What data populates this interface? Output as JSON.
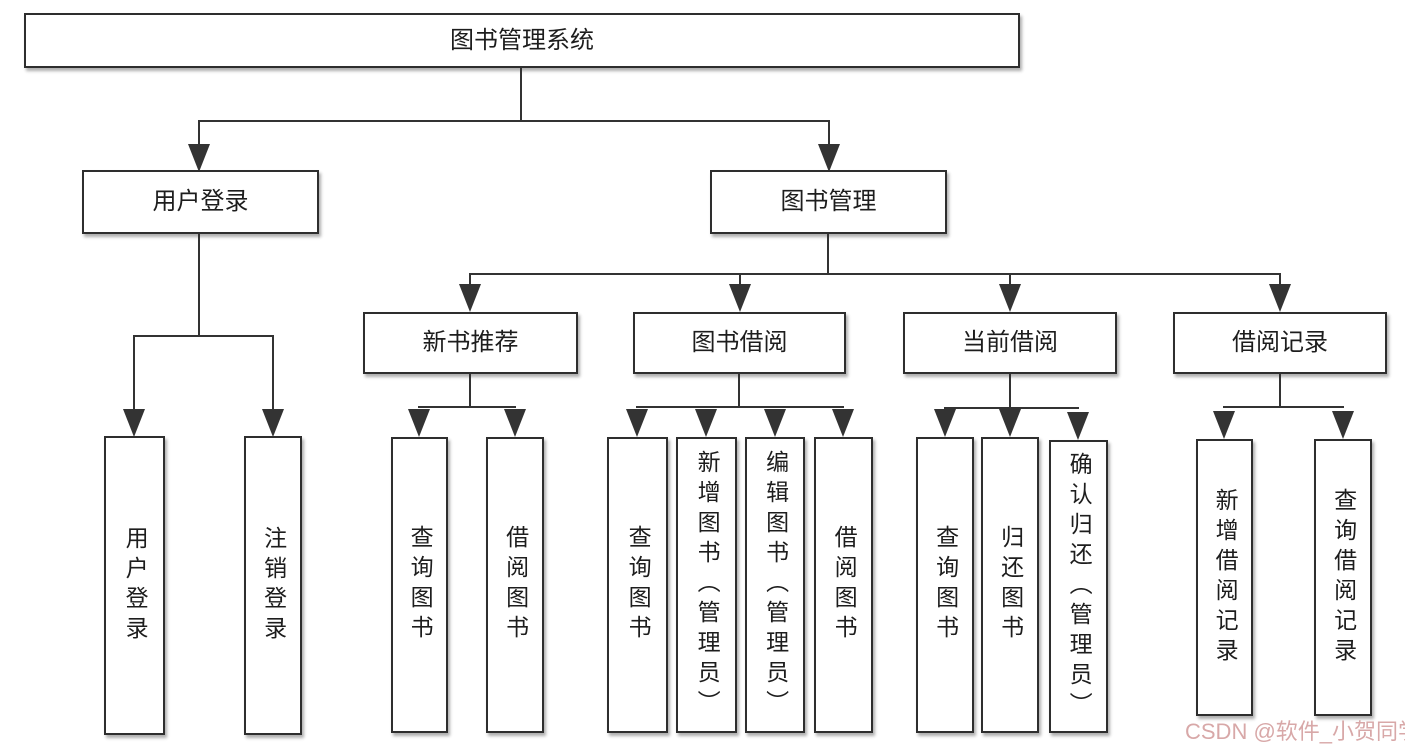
{
  "tree": {
    "root": {
      "label": "图书管理系统"
    },
    "branches": [
      {
        "label": "用户登录",
        "children": [
          "用户登录",
          "注销登录"
        ]
      },
      {
        "label": "图书管理",
        "sections": [
          {
            "label": "新书推荐",
            "children": [
              "查询图书",
              "借阅图书"
            ]
          },
          {
            "label": "图书借阅",
            "children": [
              "查询图书",
              "新增图书（管理员）",
              "编辑图书（管理员）",
              "借阅图书"
            ]
          },
          {
            "label": "当前借阅",
            "children": [
              "查询图书",
              "归还图书",
              "确认归还（管理员）"
            ]
          },
          {
            "label": "借阅记录",
            "children": [
              "新增借阅记录",
              "查询借阅记录"
            ]
          }
        ]
      }
    ]
  },
  "watermark": {
    "text": "CSDN @软件_小贺同学",
    "color": "#D8A8A8"
  },
  "colors": {
    "line": "#333333",
    "border": "#2E2E2E",
    "text": "#1D1D1D",
    "background": "#FFFFFF"
  }
}
